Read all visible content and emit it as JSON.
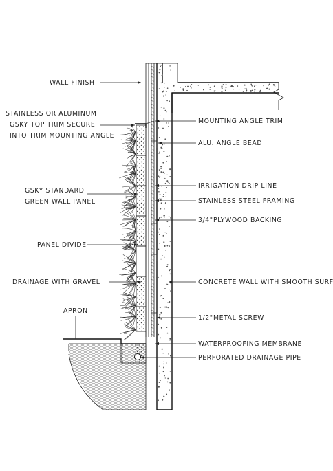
{
  "labels_left": [
    {
      "id": "wall-finish",
      "lines": [
        "WALL FINISH"
      ]
    },
    {
      "id": "top-trim",
      "lines": [
        "STAINLESS OR ALUMINUM",
        "GSKY TOP TRIM SECURE",
        "INTO TRIM MOUNTING ANGLE"
      ]
    },
    {
      "id": "panel",
      "lines": [
        "GSKY STANDARD",
        "GREEN WALL PANEL"
      ]
    },
    {
      "id": "panel-divide",
      "lines": [
        "PANEL DIVIDE"
      ]
    },
    {
      "id": "drainage-gravel",
      "lines": [
        "DRAINAGE WITH GRAVEL"
      ]
    },
    {
      "id": "apron",
      "lines": [
        "APRON"
      ]
    }
  ],
  "labels_right": [
    {
      "id": "mounting-angle-trim",
      "text": "MOUNTING ANGLE TRIM"
    },
    {
      "id": "angle-bead",
      "text": "ALU. ANGLE BEAD"
    },
    {
      "id": "drip-line",
      "text": "IRRIGATION DRIP LINE"
    },
    {
      "id": "steel-framing",
      "text": "STAINLESS STEEL FRAMING"
    },
    {
      "id": "plywood",
      "text": "PLYWOOD BACKING",
      "fraction": "3/4\""
    },
    {
      "id": "concrete-wall",
      "text": "CONCRETE WALL WITH SMOOTH SURFACE"
    },
    {
      "id": "metal-screw",
      "text": "METAL SCREW",
      "fraction": "1/2\""
    },
    {
      "id": "membrane",
      "text": "WATERPROOFING MEMBRANE"
    },
    {
      "id": "drain-pipe",
      "text": "PERFORATED DRAINAGE PIPE"
    }
  ],
  "colors": {
    "line": "#222222",
    "background": "#ffffff"
  }
}
